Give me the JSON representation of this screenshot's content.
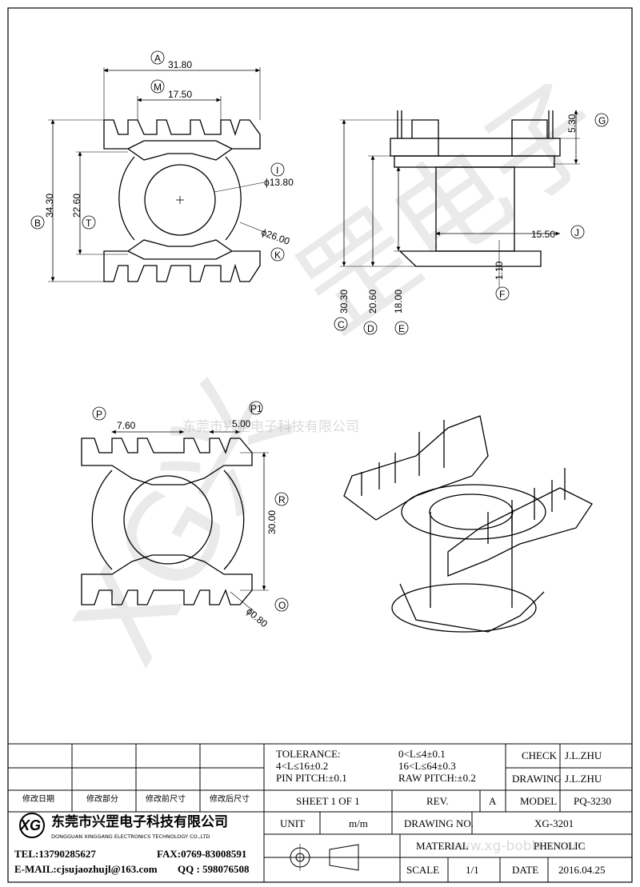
{
  "colors": {
    "line": "#000000",
    "paper": "#ffffff",
    "watermark": "#c8c8c8"
  },
  "top_view": {
    "labels": {
      "A": "A",
      "M": "M",
      "B": "B",
      "T": "T",
      "I": "I",
      "K": "K"
    },
    "dims": {
      "width": "31.80",
      "pitch": "17.50",
      "height": "34.30",
      "inner": "22.60",
      "bore": "ϕ13.80",
      "flange": "ϕ26.00"
    }
  },
  "side_view": {
    "labels": {
      "G": "G",
      "J": "J",
      "F": "F",
      "C": "C",
      "D": "D",
      "E": "E"
    },
    "dims": {
      "pin_len": "5.30",
      "core": "15.50",
      "base": "1.10",
      "total": "30.30",
      "mid": "20.60",
      "inner": "18.00"
    }
  },
  "bottom_view": {
    "labels": {
      "P": "P",
      "P1": "P1",
      "R": "R",
      "O": "O"
    },
    "dims": {
      "pitch_p": "7.60",
      "pitch_p1": "5.00",
      "height": "30.00",
      "pin_dia": "ϕ0.80"
    }
  },
  "watermark": {
    "cn_line": "东莞市兴罡电子科技有限公司",
    "url": "www.xg-bobbin.com"
  },
  "title_block": {
    "revision_headers": [
      "修改日期",
      "修改部分",
      "修改前尺寸",
      "修改后尺寸"
    ],
    "tolerance_label": "TOLERANCE:",
    "tol_1": "0<L≤4±0.1",
    "tol_2": "4<L≤16±0.2",
    "tol_3": "16<L≤64±0.3",
    "pin_pitch": "PIN PITCH:±0.1",
    "raw_pitch": "RAW PITCH:±0.2",
    "check_label": "CHECK",
    "check_value": "J.L.ZHU",
    "drawing_label": "DRAWING",
    "drawing_value": "J.L.ZHU",
    "sheet": "SHEET 1 OF 1",
    "rev_label": "REV.",
    "rev_value": "A",
    "model_label": "MODEL",
    "model_value": "PQ-3230",
    "logo": "XG",
    "company_cn": "东莞市兴罡电子科技有限公司",
    "company_en": "DONGGUAN XINGGANG ELECTRONICS TECHNOLOGY CO.,LTD",
    "tel": "TEL:13790285627",
    "fax": "FAX:0769-83008591",
    "email": "E-MAIL:cjsujaozhujl@163.com",
    "qq": "QQ : 598076508",
    "unit_label": "UNIT",
    "unit_value": "m/m",
    "drawing_no_label": "DRAWING NO.",
    "drawing_no_value": "XG-3201",
    "material_label": "MATERIAL",
    "material_value": "PHENOLIC",
    "scale_label": "SCALE",
    "scale_value": "1/1",
    "date_label": "DATE",
    "date_value": "2016.04.25"
  }
}
